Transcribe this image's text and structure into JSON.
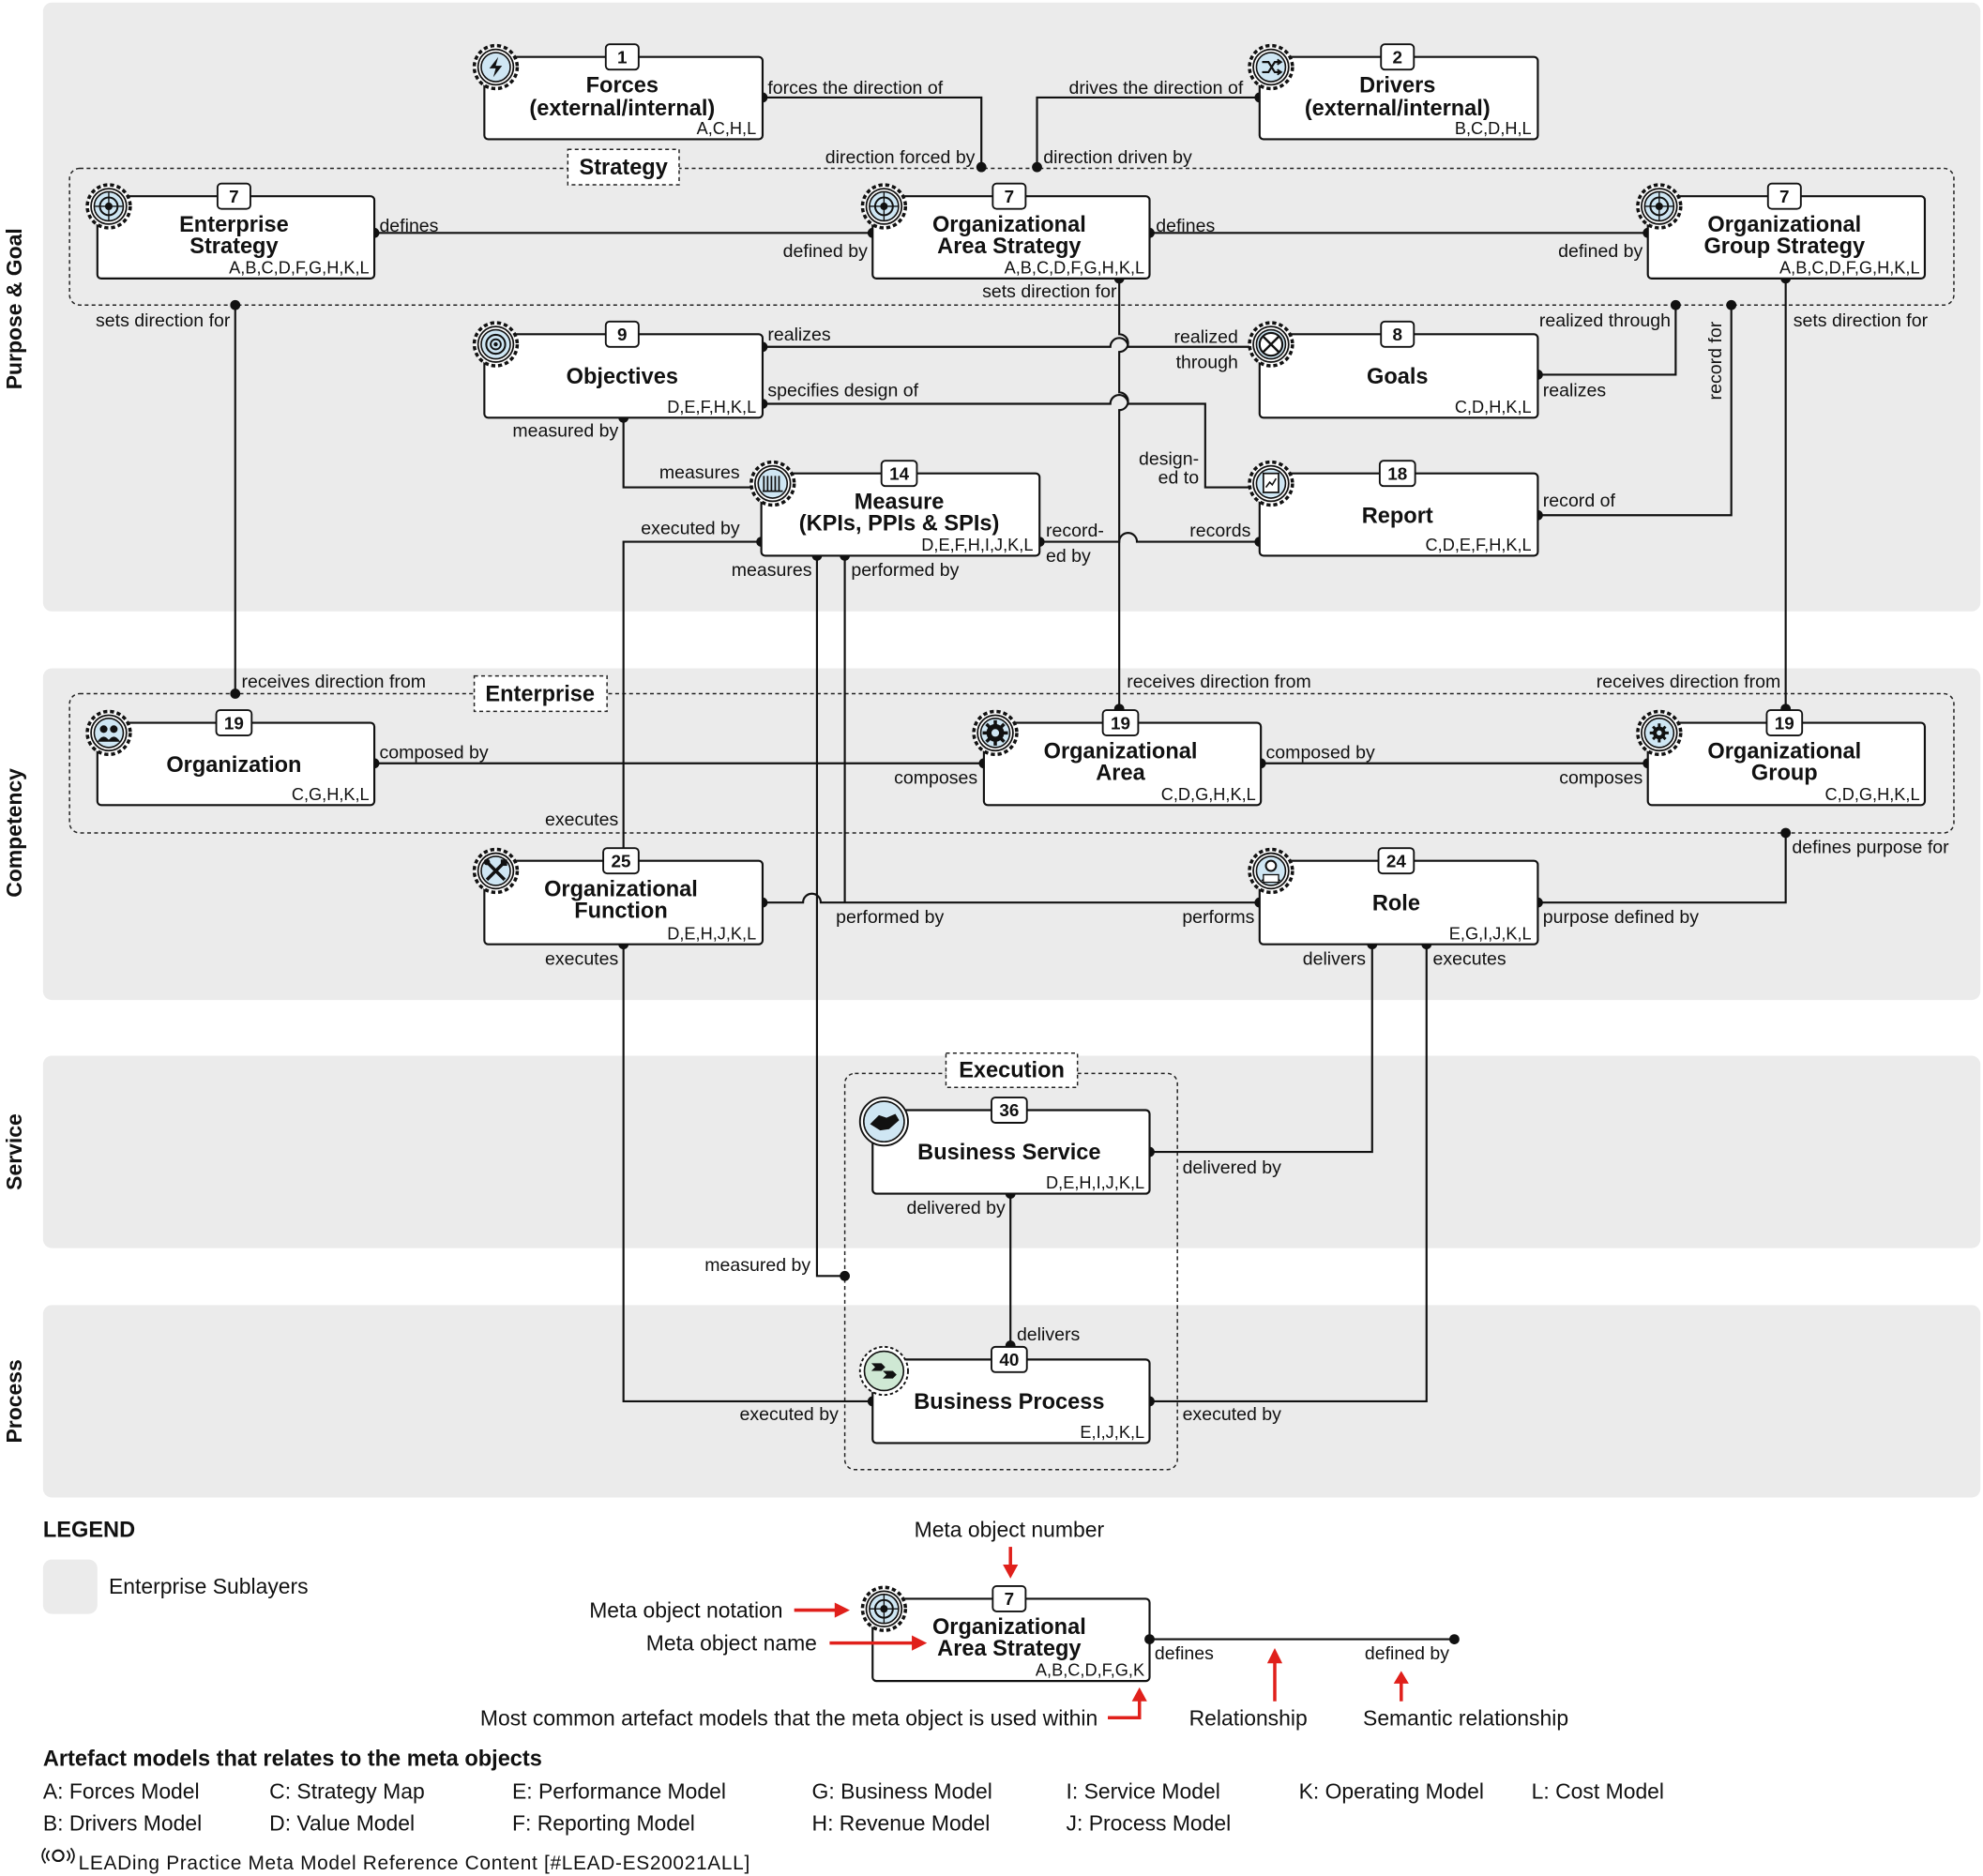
{
  "layers": [
    {
      "id": "purpose",
      "label": "Purpose & Goal"
    },
    {
      "id": "competency",
      "label": "Competency"
    },
    {
      "id": "service",
      "label": "Service"
    },
    {
      "id": "process",
      "label": "Process"
    }
  ],
  "groups": {
    "strategy": "Strategy",
    "enterprise": "Enterprise",
    "execution": "Execution"
  },
  "objects": {
    "forces": {
      "number": "1",
      "name": [
        "Forces",
        "(external/internal)"
      ],
      "codes": "A,C,H,L",
      "icon": "lightning-gear-icon"
    },
    "drivers": {
      "number": "2",
      "name": [
        "Drivers",
        "(external/internal)"
      ],
      "codes": "B,C,D,H,L",
      "icon": "shuffle-gear-icon"
    },
    "enterprise_strategy": {
      "number": "7",
      "name": [
        "Enterprise",
        "Strategy"
      ],
      "codes": "A,B,C,D,F,G,H,K,L",
      "icon": "target-gear-icon"
    },
    "org_area_strategy": {
      "number": "7",
      "name": [
        "Organizational",
        "Area Strategy"
      ],
      "codes": "A,B,C,D,F,G,H,K,L",
      "icon": "target-gear-icon"
    },
    "org_group_strategy": {
      "number": "7",
      "name": [
        "Organizational",
        "Group Strategy"
      ],
      "codes": "A,B,C,D,F,G,H,K,L",
      "icon": "target-gear-icon"
    },
    "objectives": {
      "number": "9",
      "name": [
        "Objectives"
      ],
      "codes": "D,E,F,H,K,L",
      "icon": "bullseye-gear-icon"
    },
    "goals": {
      "number": "8",
      "name": [
        "Goals"
      ],
      "codes": "C,D,H,K,L",
      "icon": "crossed-circle-gear-icon"
    },
    "measure": {
      "number": "14",
      "name": [
        "Measure",
        "(KPIs, PPIs & SPIs)"
      ],
      "codes": "D,E,F,H,I,J,K,L",
      "icon": "gauge-gear-icon"
    },
    "report": {
      "number": "18",
      "name": [
        "Report"
      ],
      "codes": "C,D,E,F,H,K,L",
      "icon": "report-gear-icon"
    },
    "organization": {
      "number": "19",
      "name": [
        "Organization"
      ],
      "codes": "C,G,H,K,L",
      "icon": "people-gear-icon"
    },
    "org_area": {
      "number": "19",
      "name": [
        "Organizational",
        "Area"
      ],
      "codes": "C,D,G,H,K,L",
      "icon": "cog-gear-icon"
    },
    "org_group": {
      "number": "19",
      "name": [
        "Organizational",
        "Group"
      ],
      "codes": "C,D,G,H,K,L",
      "icon": "small-cog-gear-icon"
    },
    "org_function": {
      "number": "25",
      "name": [
        "Organizational",
        "Function"
      ],
      "codes": "D,E,H,J,K,L",
      "icon": "tools-gear-icon"
    },
    "role": {
      "number": "24",
      "name": [
        "Role"
      ],
      "codes": "E,G,I,J,K,L",
      "icon": "person-gear-icon"
    },
    "business_service": {
      "number": "36",
      "name": [
        "Business Service"
      ],
      "codes": "D,E,H,I,J,K,L",
      "icon": "handshake-icon"
    },
    "business_process": {
      "number": "40",
      "name": [
        "Business Process"
      ],
      "codes": "E,I,J,K,L",
      "icon": "process-arrows-icon"
    }
  },
  "relationships": {
    "forces_direction_of": "forces the direction of",
    "direction_forced_by": "direction forced by",
    "drives_direction_of": "drives the direction of",
    "direction_driven_by": "direction driven by",
    "es_defines": "defines",
    "oas_defined_by": "defined by",
    "oas_defines": "defines",
    "ogs_defined_by": "defined by",
    "es_sets_direction_for": "sets direction for",
    "oas_sets_direction_for": "sets direction for",
    "ogs_sets_direction_for": "sets direction for",
    "obj_realizes": "realizes",
    "goals_realized": "realized",
    "goals_through": "through",
    "goals_realized_through": "realized through",
    "goals_realizes": "realizes",
    "record_for": "record for",
    "obj_specifies_design_of": "specifies design of",
    "obj_measured_by": "measured by",
    "report_designed_1": "design-",
    "report_designed_2": "ed to",
    "measure_measures": "measures",
    "measure_executed_by": "executed by",
    "measure_recorded_1": "record-",
    "measure_recorded_2": "ed by",
    "report_records": "records",
    "report_record_of": "record of",
    "measure_measures2": "measures",
    "measure_performed_by": "performed by",
    "org_receives_direction": "receives direction from",
    "area_receives_direction": "receives direction from",
    "group_receives_direction": "receives direction from",
    "org_composed_by": "composed by",
    "area_composes": "composes",
    "area_composed_by": "composed by",
    "group_composes": "composes",
    "group_defines_purpose_for": "defines purpose for",
    "func_executes_top": "executes",
    "func_performed_by": "performed by",
    "role_performs": "performs",
    "role_purpose_defined_by": "purpose defined by",
    "func_executes_bottom": "executes",
    "role_delivers": "delivers",
    "role_executes": "executes",
    "bs_delivered_by": "delivered by",
    "bs_delivered_by_bottom": "delivered by",
    "measured_by": "measured by",
    "bp_delivers": "delivers",
    "bp_executed_by_left": "executed by",
    "bp_executed_by_right": "executed by"
  },
  "legend": {
    "title": "LEGEND",
    "sublayers": "Enterprise Sublayers",
    "meta_object_number": "Meta object number",
    "meta_object_notation": "Meta object notation",
    "meta_object_name": "Meta object name",
    "artefact_models_note": "Most common artefact models that the meta object is used within",
    "relationship": "Relationship",
    "semantic_relationship": "Semantic relationship",
    "example": {
      "number": "7",
      "name": [
        "Organizational",
        "Area Strategy"
      ],
      "codes": "A,B,C,D,F,G,K",
      "rel_left": "defines",
      "rel_right": "defined by"
    },
    "artefact_title": "Artefact models that relates to the meta objects",
    "models": [
      "A: Forces Model",
      "B: Drivers Model",
      "C: Strategy Map",
      "D: Value Model",
      "E: Performance Model",
      "F: Reporting Model",
      "G: Business Model",
      "H: Revenue Model",
      "I: Service Model",
      "J: Process Model",
      "K: Operating Model",
      "L: Cost Model"
    ]
  },
  "footer": "LEADing Practice Meta Model Reference Content [#LEAD-ES20021ALL]",
  "colors": {
    "layer_bg": "#ebebeb",
    "icon_fill": "#cfe6f3",
    "process_icon_fill": "#cfe8d4",
    "arrow": "#e0201b",
    "line": "#111111"
  }
}
